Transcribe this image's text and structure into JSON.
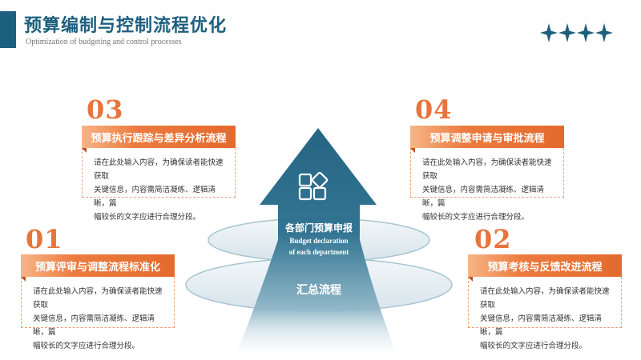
{
  "header": {
    "title": "预算编制与控制流程优化",
    "subtitle": "Optimization of budgeting and control processes"
  },
  "center": {
    "label_cn": "各部门预算申报",
    "label_en_line1": "Budget declaration",
    "label_en_line2": "of each department",
    "bottom_label": "汇总流程",
    "icon": "grid-apps-icon"
  },
  "blocks": [
    {
      "number": "01",
      "heading": "预算评审与调整流程标准化",
      "lines": [
        "请在此处输入内容，为确保读者能快速获取",
        "关键信息，内容需简洁凝练、逻辑清晰，篇",
        "幅较长的文字应进行合理分段。"
      ]
    },
    {
      "number": "02",
      "heading": "预算考核与反馈改进流程",
      "lines": [
        "请在此处输入内容，为确保读者能快速获取",
        "关键信息，内容需简洁凝练、逻辑清晰，篇",
        "幅较长的文字应进行合理分段。"
      ]
    },
    {
      "number": "03",
      "heading": "预算执行跟踪与差异分析流程",
      "lines": [
        "请在此处输入内容，为确保读者能快速获取",
        "关键信息，内容需简洁凝练、逻辑清晰，篇",
        "幅较长的文字应进行合理分段。"
      ]
    },
    {
      "number": "04",
      "heading": "预算调整申请与审批流程",
      "lines": [
        "请在此处输入内容，为确保读者能快速获取",
        "关键信息，内容需简洁凝练、逻辑清晰，篇",
        "幅较长的文字应进行合理分段。"
      ]
    }
  ],
  "colors": {
    "primary": "#1d5f7e",
    "accent": "#e8743b"
  }
}
